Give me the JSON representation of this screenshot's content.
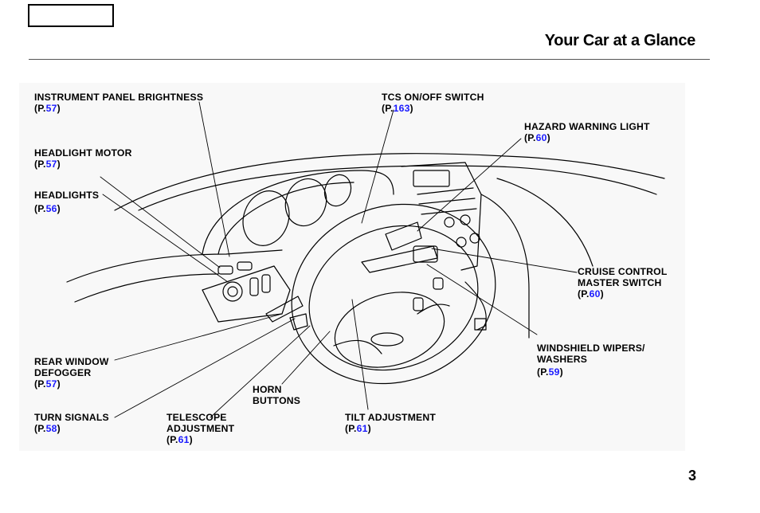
{
  "page": {
    "title": "Your Car at a Glance",
    "page_number": "3"
  },
  "callouts": [
    {
      "id": "instrument",
      "text": "INSTRUMENT PANEL BRIGHTNESS",
      "ref_pre": "(P.",
      "ref": "57",
      "ref_post": ")"
    },
    {
      "id": "tcs",
      "text": "TCS ON/OFF SWITCH",
      "ref_pre": "(P.",
      "ref": "163",
      "ref_post": ")"
    },
    {
      "id": "hazard",
      "text": "HAZARD WARNING LIGHT",
      "ref_pre": "(P.",
      "ref": "60",
      "ref_post": ")"
    },
    {
      "id": "headlight_motor",
      "text": "HEADLIGHT MOTOR",
      "ref_pre": "(P.",
      "ref": "57",
      "ref_post": ")"
    },
    {
      "id": "headlights",
      "text": "HEADLIGHTS",
      "ref_pre": "(P.",
      "ref": "56",
      "ref_post": ")"
    },
    {
      "id": "cruise",
      "line1": "CRUISE CONTROL",
      "line2": "MASTER SWITCH",
      "ref_pre": "(P.",
      "ref": "60",
      "ref_post": ")"
    },
    {
      "id": "wipers",
      "line1": "WINDSHIELD WIPERS/",
      "line2": "WASHERS",
      "ref_pre": "(P.",
      "ref": "59",
      "ref_post": ")"
    },
    {
      "id": "defogger",
      "line1": "REAR WINDOW",
      "line2": "DEFOGGER",
      "ref_pre": "(P.",
      "ref": "57",
      "ref_post": ")"
    },
    {
      "id": "horn",
      "line1": "HORN",
      "line2": "BUTTONS"
    },
    {
      "id": "turn",
      "text": "TURN SIGNALS",
      "ref_pre": "(P.",
      "ref": "58",
      "ref_post": ")"
    },
    {
      "id": "telescope",
      "line1": "TELESCOPE",
      "line2": "ADJUSTMENT",
      "ref_pre": "(P.",
      "ref": "61",
      "ref_post": ")"
    },
    {
      "id": "tilt",
      "text": "TILT ADJUSTMENT",
      "ref_pre": "(P.",
      "ref": "61",
      "ref_post": ")"
    }
  ],
  "figure": {
    "subject": "dashboard-and-steering-wheel-line-drawing",
    "link_color": "#1a1aff"
  }
}
